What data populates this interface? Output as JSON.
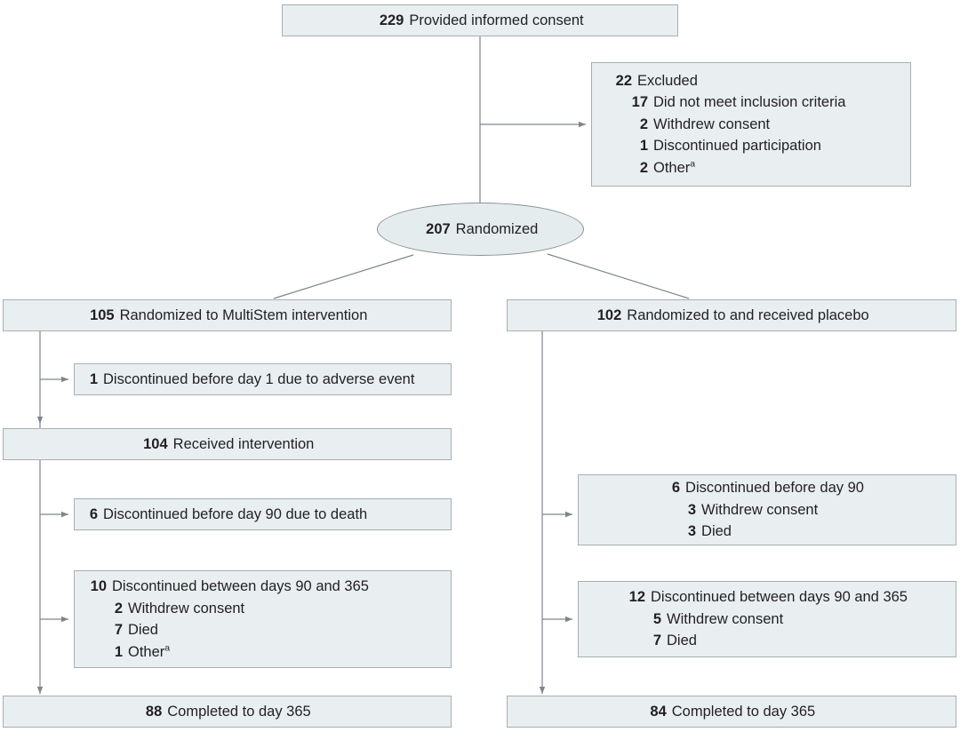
{
  "figure": {
    "type": "consort-flow-diagram",
    "colors": {
      "box_fill": "#e9eff1",
      "box_border": "#a7adb2",
      "ellipse_fill": "#e4eced",
      "ellipse_border": "#8b9196",
      "connector": "#7e868c",
      "text": "#231f20"
    }
  },
  "nodes": {
    "consent": {
      "lines": [
        {
          "num": "229",
          "label": "Provided informed consent",
          "indent": 0
        }
      ]
    },
    "excluded": {
      "lines": [
        {
          "num": "22",
          "label": "Excluded",
          "indent": 0
        },
        {
          "num": "17",
          "label": "Did not meet inclusion criteria",
          "indent": 1
        },
        {
          "num": "2",
          "label": "Withdrew consent",
          "indent": 1
        },
        {
          "num": "1",
          "label": "Discontinued participation",
          "indent": 1
        },
        {
          "num": "2",
          "label": "Other",
          "indent": 1,
          "footnote": "a"
        }
      ]
    },
    "randomized": {
      "lines": [
        {
          "num": "207",
          "label": "Randomized",
          "indent": 0
        }
      ]
    },
    "arm_intervention": {
      "lines": [
        {
          "num": "105",
          "label": "Randomized to MultiStem intervention",
          "indent": 0
        }
      ]
    },
    "arm_placebo": {
      "lines": [
        {
          "num": "102",
          "label": "Randomized to and received placebo",
          "indent": 0
        }
      ]
    },
    "int_disc_day1": {
      "lines": [
        {
          "num": "1",
          "label": "Discontinued before day 1 due to adverse event",
          "indent": 0
        }
      ]
    },
    "int_received": {
      "lines": [
        {
          "num": "104",
          "label": "Received intervention",
          "indent": 0
        }
      ]
    },
    "int_disc_day90": {
      "lines": [
        {
          "num": "6",
          "label": "Discontinued before day 90 due to death",
          "indent": 0
        }
      ]
    },
    "int_disc_90_365": {
      "lines": [
        {
          "num": "10",
          "label": "Discontinued between days 90 and 365",
          "indent": 0
        },
        {
          "num": "2",
          "label": "Withdrew consent",
          "indent": 1
        },
        {
          "num": "7",
          "label": "Died",
          "indent": 1
        },
        {
          "num": "1",
          "label": "Other",
          "indent": 1,
          "footnote": "a"
        }
      ]
    },
    "int_completed": {
      "lines": [
        {
          "num": "88",
          "label": "Completed to day 365",
          "indent": 0
        }
      ]
    },
    "pbo_disc_day90": {
      "lines": [
        {
          "num": "6",
          "label": "Discontinued before day 90",
          "indent": 0
        },
        {
          "num": "3",
          "label": "Withdrew consent",
          "indent": 1
        },
        {
          "num": "3",
          "label": "Died",
          "indent": 1
        }
      ]
    },
    "pbo_disc_90_365": {
      "lines": [
        {
          "num": "12",
          "label": "Discontinued between days 90 and 365",
          "indent": 0
        },
        {
          "num": "5",
          "label": "Withdrew consent",
          "indent": 1
        },
        {
          "num": "7",
          "label": "Died",
          "indent": 1
        }
      ]
    },
    "pbo_completed": {
      "lines": [
        {
          "num": "84",
          "label": "Completed to day 365",
          "indent": 0
        }
      ]
    }
  }
}
